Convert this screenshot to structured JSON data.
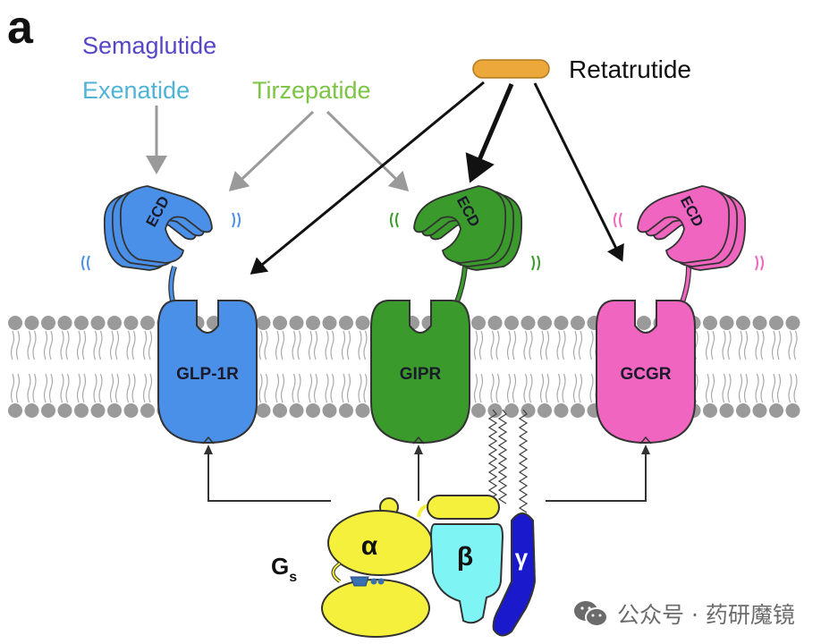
{
  "panel_label": "a",
  "ligands": {
    "semaglutide": {
      "label": "Semaglutide",
      "color": "#5546c8"
    },
    "exenatide": {
      "label": "Exenatide",
      "color": "#4fb3d8"
    },
    "tirzepatide": {
      "label": "Tirzepatide",
      "color": "#7cc444"
    },
    "retatrutide": {
      "label": "Retatrutide",
      "color": "#111111",
      "pill_color": "#eca83b"
    }
  },
  "receptors": [
    {
      "id": "glp1r",
      "label": "GLP-1R",
      "ecd_label": "ECD",
      "color": "#4a90e8"
    },
    {
      "id": "gipr",
      "label": "GIPR",
      "ecd_label": "ECD",
      "color": "#3a9a2c"
    },
    {
      "id": "gcgr",
      "label": "GCGR",
      "ecd_label": "ECD",
      "color": "#f065bf"
    }
  ],
  "g_protein": {
    "label": "G",
    "subscript": "s",
    "alpha": {
      "label": "α",
      "color": "#f5f03c"
    },
    "beta": {
      "label": "β",
      "color": "#7ef4f4"
    },
    "gamma": {
      "label": "γ",
      "color": "#1a1acc"
    }
  },
  "membrane_color": "#9a9a9a",
  "watermark": {
    "text": "公众号 · 药研魔镜",
    "icon": "wechat-icon"
  }
}
